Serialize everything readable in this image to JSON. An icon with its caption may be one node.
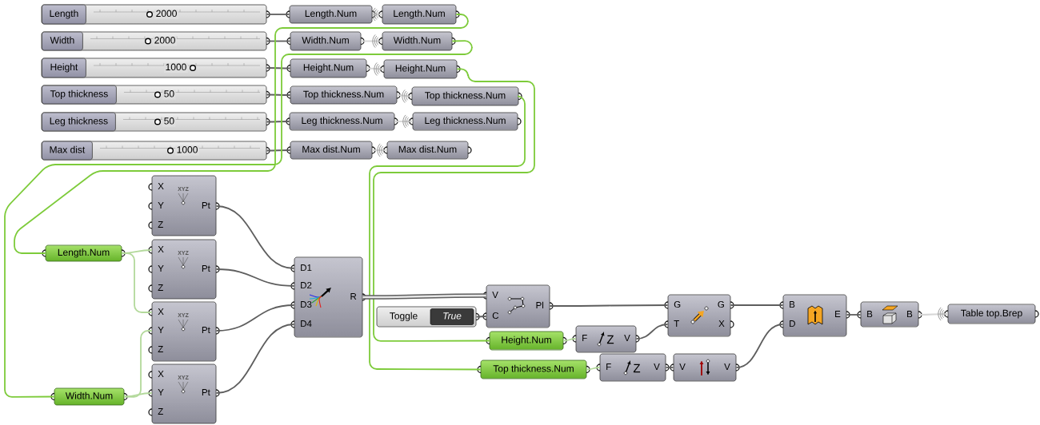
{
  "diagram": {
    "nodes": [
      {
        "text": [
          "Length",
          "2000"
        ]
      },
      {
        "text": [
          "Length.Num"
        ]
      },
      {
        "text": [
          "Length.Num"
        ]
      },
      {
        "text": [
          "Width",
          "2000"
        ]
      },
      {
        "text": [
          "Width.Num"
        ]
      },
      {
        "text": [
          "Width.Num"
        ]
      },
      {
        "text": [
          "Height",
          "1000"
        ]
      },
      {
        "text": [
          "Height.Num"
        ]
      },
      {
        "text": [
          "Height.Num"
        ]
      },
      {
        "text": [
          "Top thickness",
          "50"
        ]
      },
      {
        "text": [
          "Top thickness.Num"
        ]
      },
      {
        "text": [
          "Top thickness.Num"
        ]
      },
      {
        "text": [
          "Leg thickness",
          "50"
        ]
      },
      {
        "text": [
          "Leg thickness.Num"
        ]
      },
      {
        "text": [
          "Leg thickness.Num"
        ]
      },
      {
        "text": [
          "Max dist",
          "1000"
        ]
      },
      {
        "text": [
          "Max dist.Num"
        ]
      },
      {
        "text": [
          "Max dist.Num"
        ]
      },
      {
        "text": [
          "X",
          "Y",
          "Z",
          "XYZ",
          "Pt"
        ]
      },
      {
        "text": [
          "Length.Num"
        ]
      },
      {
        "text": [
          "X",
          "Y",
          "Z",
          "XYZ",
          "Pt"
        ]
      },
      {
        "text": [
          "D1",
          "D2",
          "D3",
          "D4",
          "R"
        ]
      },
      {
        "text": [
          "V",
          "C",
          "Pl"
        ]
      },
      {
        "text": [
          "G",
          "T",
          "G",
          "X"
        ]
      },
      {
        "text": [
          "B",
          "D",
          "E"
        ]
      },
      {
        "text": [
          "B",
          "B"
        ]
      },
      {
        "text": [
          "Table top.Brep"
        ]
      },
      {
        "text": [
          "X",
          "Y",
          "Z",
          "XYZ",
          "Pt"
        ]
      },
      {
        "text": [
          "Toggle",
          "True"
        ]
      },
      {
        "text": [
          "Height.Num"
        ]
      },
      {
        "text": [
          "F",
          "Z",
          "V"
        ]
      },
      {
        "text": [
          "Top thickness.Num"
        ]
      },
      {
        "text": [
          "F",
          "Z",
          "V"
        ]
      },
      {
        "text": [
          "V",
          "V"
        ]
      },
      {
        "text": [
          "X",
          "Y",
          "Z",
          "XYZ",
          "Pt"
        ]
      },
      {
        "text": [
          "Width.Num"
        ]
      }
    ],
    "edges": [
      {
        "from": 0,
        "to": 1,
        "arrow": "none"
      },
      {
        "from": 3,
        "to": 4,
        "arrow": "none"
      },
      {
        "from": 6,
        "to": 7,
        "arrow": "none"
      },
      {
        "from": 9,
        "to": 10,
        "arrow": "none"
      },
      {
        "from": 12,
        "to": 13,
        "arrow": "none"
      },
      {
        "from": 15,
        "to": 16,
        "arrow": "none"
      },
      {
        "from": 1,
        "to": 2,
        "arrow": "none",
        "color": "#d6d6d6"
      },
      {
        "from": 4,
        "to": 5,
        "arrow": "none",
        "color": "#d6d6d6"
      },
      {
        "from": 7,
        "to": 8,
        "arrow": "none",
        "color": "#d6d6d6"
      },
      {
        "from": 10,
        "to": 11,
        "arrow": "none",
        "color": "#d6d6d6"
      },
      {
        "from": 13,
        "to": 14,
        "arrow": "none",
        "color": "#d6d6d6"
      },
      {
        "from": 16,
        "to": 17,
        "arrow": "none",
        "color": "#d6d6d6"
      },
      {
        "from": 2,
        "to": 19,
        "arrow": "none",
        "color": "#7dcb3a"
      },
      {
        "from": 5,
        "to": 35,
        "arrow": "none",
        "color": "#7dcb3a"
      },
      {
        "from": 8,
        "to": 29,
        "arrow": "none",
        "color": "#7dcb3a"
      },
      {
        "from": 11,
        "to": 31,
        "arrow": "none",
        "color": "#7dcb3a"
      },
      {
        "from": 19,
        "to": 20,
        "arrow": "none",
        "color": "#b3d99b"
      },
      {
        "from": 19,
        "to": 27,
        "arrow": "none",
        "color": "#b3d99b"
      },
      {
        "from": 35,
        "to": 27,
        "arrow": "none",
        "color": "#b3d99b"
      },
      {
        "from": 35,
        "to": 34,
        "arrow": "none",
        "color": "#b3d99b"
      },
      {
        "from": 18,
        "to": 21,
        "arrow": "none"
      },
      {
        "from": 20,
        "to": 21,
        "arrow": "none"
      },
      {
        "from": 27,
        "to": 21,
        "arrow": "none"
      },
      {
        "from": 34,
        "to": 21,
        "arrow": "none"
      },
      {
        "from": 21,
        "to": 22,
        "arrow": "none",
        "style": "thick"
      },
      {
        "from": 28,
        "to": 22,
        "arrow": "none"
      },
      {
        "from": 22,
        "to": 23,
        "arrow": "none"
      },
      {
        "from": 29,
        "to": 30,
        "arrow": "none",
        "color": "#b3d99b"
      },
      {
        "from": 30,
        "to": 23,
        "arrow": "none"
      },
      {
        "from": 23,
        "to": 24,
        "arrow": "none"
      },
      {
        "from": 31,
        "to": 32,
        "arrow": "none",
        "color": "#b3d99b"
      },
      {
        "from": 32,
        "to": 33,
        "arrow": "none"
      },
      {
        "from": 33,
        "to": 24,
        "arrow": "none"
      },
      {
        "from": 24,
        "to": 25,
        "arrow": "none"
      },
      {
        "from": 25,
        "to": 26,
        "arrow": "none",
        "color": "#d6d6d6"
      }
    ]
  }
}
